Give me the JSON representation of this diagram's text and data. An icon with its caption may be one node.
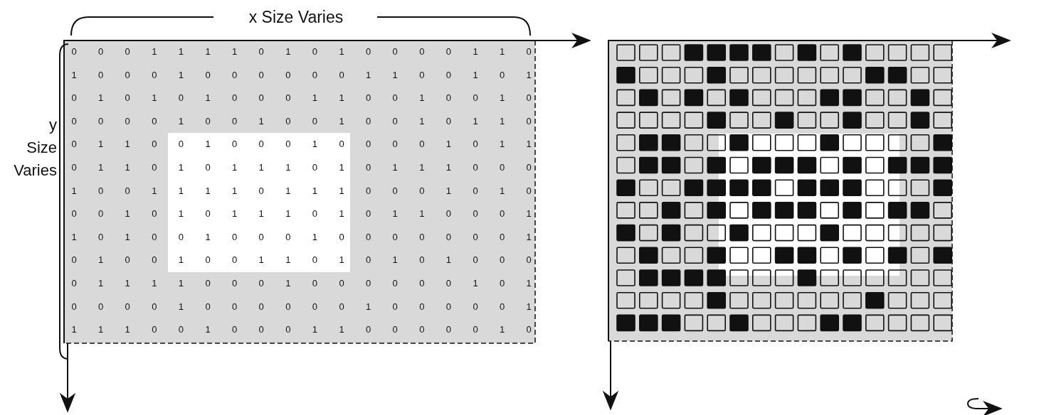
{
  "diagram": {
    "labels": [
      "x Size Varies",
      "y Size Varies",
      "0",
      "0",
      "0",
      "1",
      "1",
      "1",
      "1",
      "0",
      "1",
      "0",
      "1",
      "0",
      "0",
      "0",
      "0",
      "1",
      "1",
      "0",
      "1",
      "0",
      "0",
      "0",
      "1",
      "0",
      "0",
      "0",
      "0",
      "0",
      "0",
      "1",
      "1",
      "0",
      "0",
      "1",
      "0",
      "1",
      "0",
      "1",
      "0",
      "1",
      "0",
      "1",
      "0",
      "0",
      "0",
      "1",
      "1",
      "0",
      "0",
      "1",
      "0",
      "0",
      "1",
      "0",
      "0",
      "0",
      "0",
      "0",
      "1",
      "0",
      "0",
      "1",
      "0",
      "0",
      "1",
      "0",
      "0",
      "1",
      "0",
      "1",
      "1",
      "0",
      "0",
      "1",
      "1",
      "0",
      "0",
      "1",
      "0",
      "0",
      "0",
      "1",
      "0",
      "0",
      "0",
      "0",
      "1",
      "0",
      "1",
      "1",
      "0",
      "1",
      "1",
      "0",
      "1",
      "0",
      "1",
      "1",
      "1",
      "0",
      "1",
      "0",
      "1",
      "1",
      "1",
      "0",
      "0",
      "0",
      "1",
      "0",
      "0",
      "1",
      "1",
      "1",
      "1",
      "0",
      "1",
      "1",
      "1",
      "0",
      "0",
      "0",
      "1",
      "0",
      "1",
      "0",
      "0",
      "0",
      "1",
      "0",
      "1",
      "0",
      "1",
      "1",
      "1",
      "0",
      "1",
      "0",
      "1",
      "1",
      "0",
      "0",
      "0",
      "1",
      "1",
      "0",
      "1",
      "0",
      "0",
      "1",
      "0",
      "0",
      "0",
      "1",
      "0",
      "0",
      "0",
      "0",
      "0",
      "0",
      "0",
      "1",
      "0",
      "1",
      "0",
      "0",
      "1",
      "0",
      "0",
      "1",
      "1",
      "0",
      "1",
      "0",
      "1",
      "0",
      "1",
      "0",
      "0",
      "0",
      "0",
      "1",
      "1",
      "1",
      "1",
      "0",
      "0",
      "0",
      "1",
      "0",
      "0",
      "0",
      "0",
      "0",
      "0",
      "1",
      "0",
      "1",
      "0",
      "0",
      "0",
      "0",
      "1",
      "0",
      "0",
      "0",
      "0",
      "0",
      "0",
      "1",
      "0",
      "0",
      "0",
      "0",
      "0",
      "1",
      "1",
      "1",
      "1",
      "0",
      "0",
      "1",
      "0",
      "0",
      "0",
      "1",
      "1",
      "0",
      "0",
      "0",
      "0",
      "0",
      "1",
      "0"
    ]
  }
}
